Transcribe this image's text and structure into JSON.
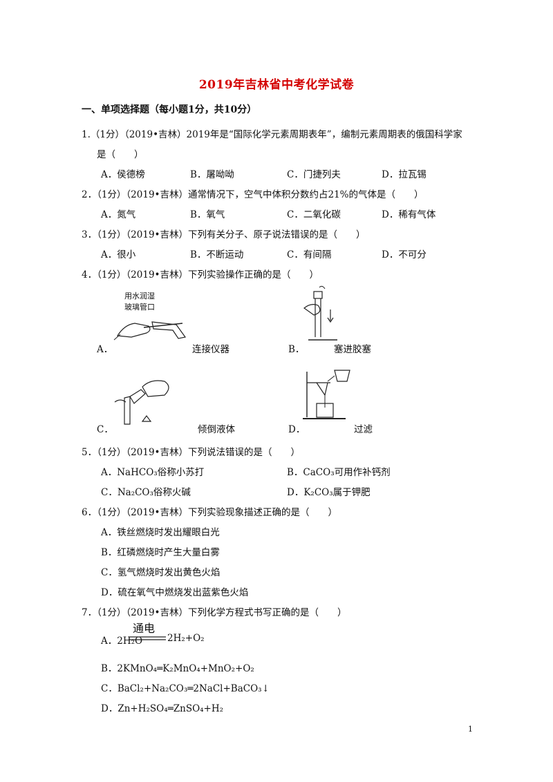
{
  "title": "2019年吉林省中考化学试卷",
  "section1": "一、单项选择题（每小题1分，共10分）",
  "q1": {
    "line1": "1.（1分）（2019•吉林）2019年是“国际化学元素周期表年”，编制元素周期表的俄国科学家",
    "line2": "是（　　）",
    "options": [
      "A．侯德榜",
      "B．屠呦呦",
      "C．门捷列夫",
      "D．拉瓦锡"
    ]
  },
  "q2": {
    "stem": "2．（1分）（2019•吉林）通常情况下，空气中体积分数约占21%的气体是（　　）",
    "options": [
      "A．氮气",
      "B．氧气",
      "C．二氧化碳",
      "D．稀有气体"
    ]
  },
  "q3": {
    "stem": "3．（1分）（2019•吉林）下列有关分子、原子说法错误的是（　　）",
    "options": [
      "A．很小",
      "B．不断运动",
      "C．有间隔",
      "D．不可分"
    ]
  },
  "q4": {
    "stem": "4．（1分）（2019•吉林）下列实验操作正确的是（　　）",
    "fig_text_a1": "用水润湿",
    "fig_text_a2": "玻璃管口",
    "options": [
      {
        "letter": "A．",
        "caption": "连接仪器"
      },
      {
        "letter": "B．",
        "caption": "塞进胶塞"
      },
      {
        "letter": "C．",
        "caption": "倾倒液体"
      },
      {
        "letter": "D．",
        "caption": "过滤"
      }
    ]
  },
  "q5": {
    "stem": "5．（1分）（2019•吉林）下列说法错误的是（　　）",
    "options": [
      "A．NaHCO₃俗称小苏打",
      "B．CaCO₃可用作补钙剂",
      "C．Na₂CO₃俗称火碱",
      "D．K₂CO₃属于钾肥"
    ]
  },
  "q6": {
    "stem": "6．（1分）（2019•吉林）下列实验现象描述正确的是（　　）",
    "options": [
      "A．铁丝燃烧时发出耀眼白光",
      "B．红磷燃烧时产生大量白雾",
      "C．氢气燃烧时发出黄色火焰",
      "D．硫在氧气中燃烧发出蓝紫色火焰"
    ]
  },
  "q7": {
    "stem": "7．（1分）（2019•吉林）下列化学方程式书写正确的是（　　）",
    "condition": "通电",
    "options": [
      "A．2H₂O",
      "2H₂+O₂",
      "B．2KMnO₄═K₂MnO₄+MnO₂+O₂",
      "C．BaCl₂+Na₂CO₃═2NaCl+BaCO₃↓",
      "D．Zn+H₂SO₄═ZnSO₄+H₂"
    ]
  },
  "page_number": "1"
}
